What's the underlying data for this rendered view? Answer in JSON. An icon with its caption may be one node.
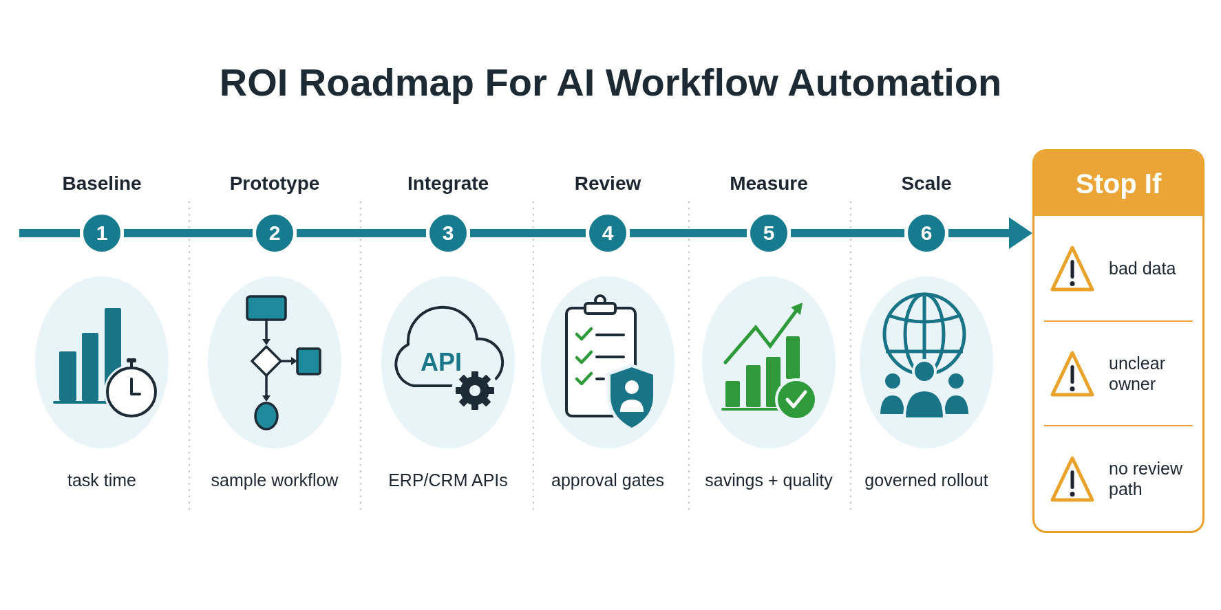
{
  "diagram": {
    "title": "ROI Roadmap For AI Workflow Automation",
    "nodes": [
      {
        "text": [
          "1"
        ],
        "beside": [
          "Baseline"
        ]
      },
      {
        "text": [
          "2"
        ],
        "beside": [
          "Prototype"
        ]
      },
      {
        "text": [
          "3"
        ],
        "beside": [
          "Integrate"
        ]
      },
      {
        "text": [
          "4"
        ],
        "beside": [
          "Review"
        ]
      },
      {
        "text": [
          "5"
        ],
        "beside": [
          "Measure"
        ]
      },
      {
        "text": [
          "6"
        ],
        "beside": [
          "Scale"
        ]
      },
      {
        "text": [
          "Stop If",
          "bad data",
          "unclear owner",
          "no review path"
        ]
      }
    ],
    "edges": [
      {
        "from": null,
        "to": 0,
        "arrow": "none"
      },
      {
        "from": 0,
        "to": 1,
        "arrow": "none"
      },
      {
        "from": 1,
        "to": 2,
        "arrow": "none"
      },
      {
        "from": 2,
        "to": 3,
        "arrow": "none"
      },
      {
        "from": 3,
        "to": 4,
        "arrow": "none"
      },
      {
        "from": 4,
        "to": 5,
        "arrow": "none"
      },
      {
        "from": 5,
        "to": 6,
        "arrow": "to"
      }
    ],
    "labels": [
      "API",
      "task time",
      "sample workflow",
      "ERP/CRM APIs",
      "approval gates",
      "savings + quality",
      "governed rollout"
    ]
  }
}
